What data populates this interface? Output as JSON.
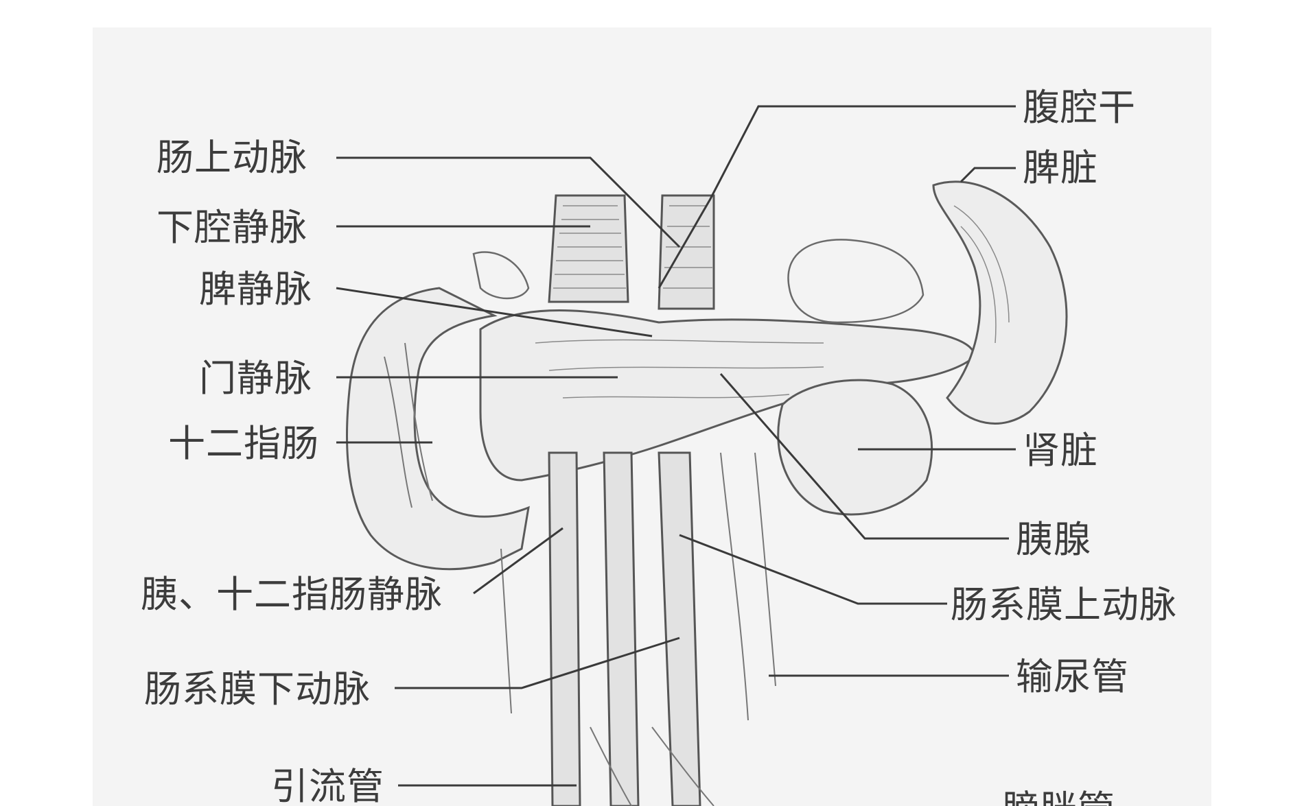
{
  "labels": {
    "celiac_trunk": "腹腔干",
    "superior_artery_left": "肠上动脉",
    "spleen": "脾脏",
    "inferior_vena_cava": "下腔静脉",
    "splenic_vein": "脾静脉",
    "portal_vein": "门静脉",
    "duodenum": "十二指肠",
    "kidney": "肾脏",
    "pancreas": "胰腺",
    "pancreaticoduodenal_vein": "胰、十二指肠静脉",
    "superior_mesenteric_artery": "肠系膜上动脉",
    "ureter": "输尿管",
    "inferior_mesenteric_artery": "肠系膜下动脉",
    "drainage_tube": "引流管",
    "bottom_right_partial": "膀胱管"
  }
}
